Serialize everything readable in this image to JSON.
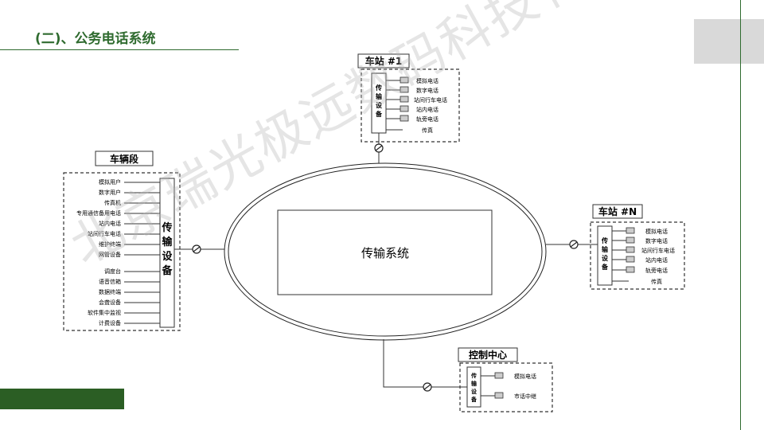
{
  "slide": {
    "title": "(二)、公务电话系统"
  },
  "watermark": "北京瑞光极远数码科技有限公司",
  "center": {
    "label": "传输系统"
  },
  "device_label": [
    "传",
    "输",
    "设",
    "备"
  ],
  "station1": {
    "title": "车站 #1",
    "items": [
      "模拟电话",
      "数字电话",
      "站间行车电话",
      "站内电话",
      "轨旁电话",
      "传真"
    ]
  },
  "stationN": {
    "title": "车站 #N",
    "items": [
      "模拟电话",
      "数字电话",
      "站间行车电话",
      "站内电话",
      "轨旁电话",
      "传真"
    ]
  },
  "depot": {
    "title": "车辆段",
    "items_a": [
      "模拟用户",
      "数字用户",
      "传真机",
      "专用通信备用电话",
      "站内电话",
      "站间行车电话",
      "维护终端",
      "网管设备"
    ],
    "items_b": [
      "调度台",
      "语音信箱",
      "数据终端",
      "会聋设备",
      "软件集中监视",
      "计费设备"
    ]
  },
  "control": {
    "title": "控制中心",
    "items": [
      "模拟电话",
      "市话中继"
    ]
  }
}
